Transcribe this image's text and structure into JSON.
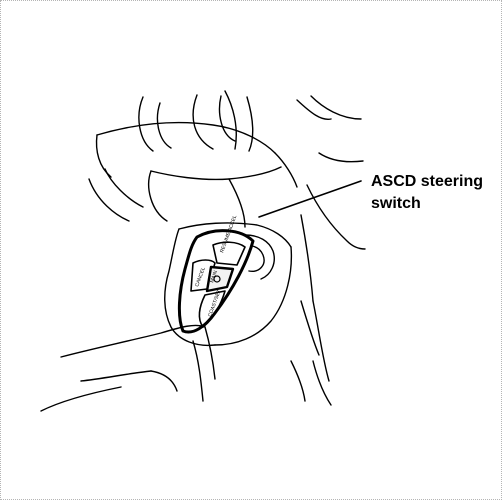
{
  "callout": {
    "line1": "ASCD steering",
    "line2": "switch"
  },
  "switch_buttons": {
    "top_right": "RESUME/ACCEL",
    "left": "CANCEL",
    "center": "MAIN",
    "bottom_right": "COAST/SET"
  }
}
